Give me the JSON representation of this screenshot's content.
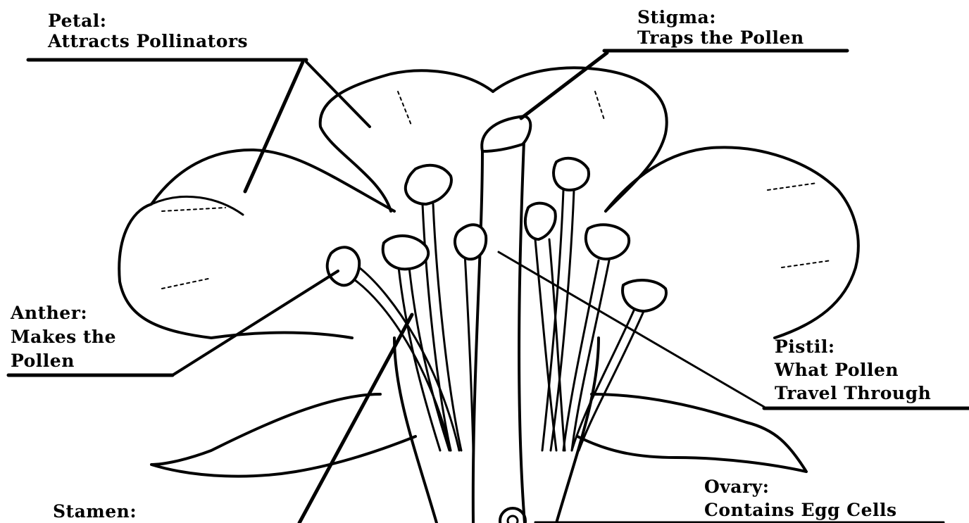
{
  "labels": {
    "petal": {
      "name": "Petal:",
      "desc": "Attracts Pollinators"
    },
    "stigma": {
      "name": "Stigma:",
      "desc": "Traps the Pollen"
    },
    "anther": {
      "name": "Anther:",
      "line1": "Makes the",
      "line2": "Pollen"
    },
    "pistil": {
      "name": "Pistil:",
      "line1": "What Pollen",
      "line2": "Travel Through"
    },
    "ovary": {
      "name": "Ovary:",
      "desc": "Contains Egg Cells"
    },
    "stamen": {
      "name": "Stamen:"
    }
  },
  "colors": {
    "ink": "#000000",
    "background": "#ffffff"
  }
}
